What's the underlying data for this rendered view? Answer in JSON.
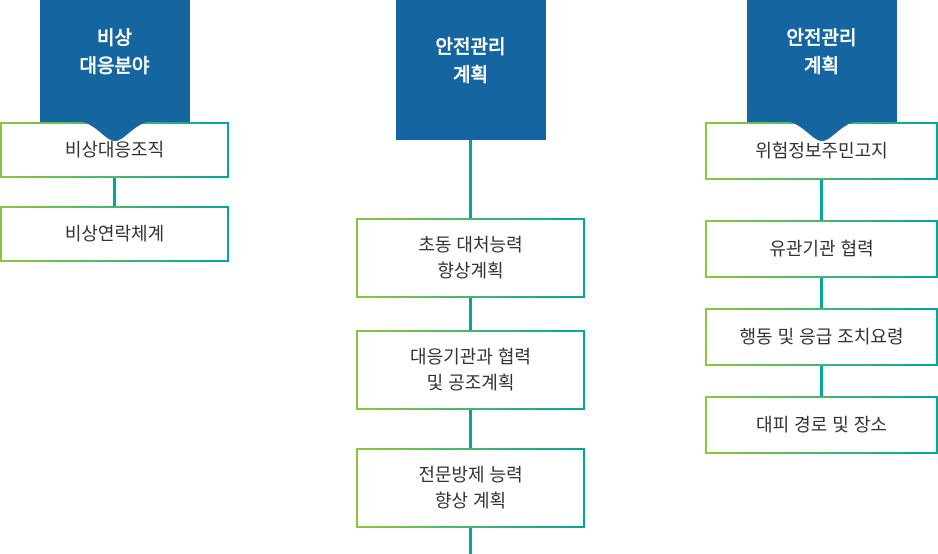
{
  "colors": {
    "header_bg": "#1465a0",
    "header_text": "#ffffff",
    "border_gradient_start": "#8cc63f",
    "border_gradient_end": "#00a79d",
    "connector": "#00a79d",
    "box_bg": "#ffffff",
    "box_text": "#333333"
  },
  "columns": [
    {
      "header": "비상\n대응분야",
      "items": [
        "비상대응조직",
        "비상연락체계"
      ]
    },
    {
      "header": "안전관리\n계획",
      "items": [
        "초동 대처능력\n향상계획",
        "대응기관과 협력\n및 공조계획",
        "전문방제 능력\n향상 계획"
      ]
    },
    {
      "header": "안전관리\n계획",
      "items": [
        "위험정보주민고지",
        "유관기관 협력",
        "행동 및 응급 조치요령",
        "대피 경로 및 장소"
      ]
    }
  ]
}
